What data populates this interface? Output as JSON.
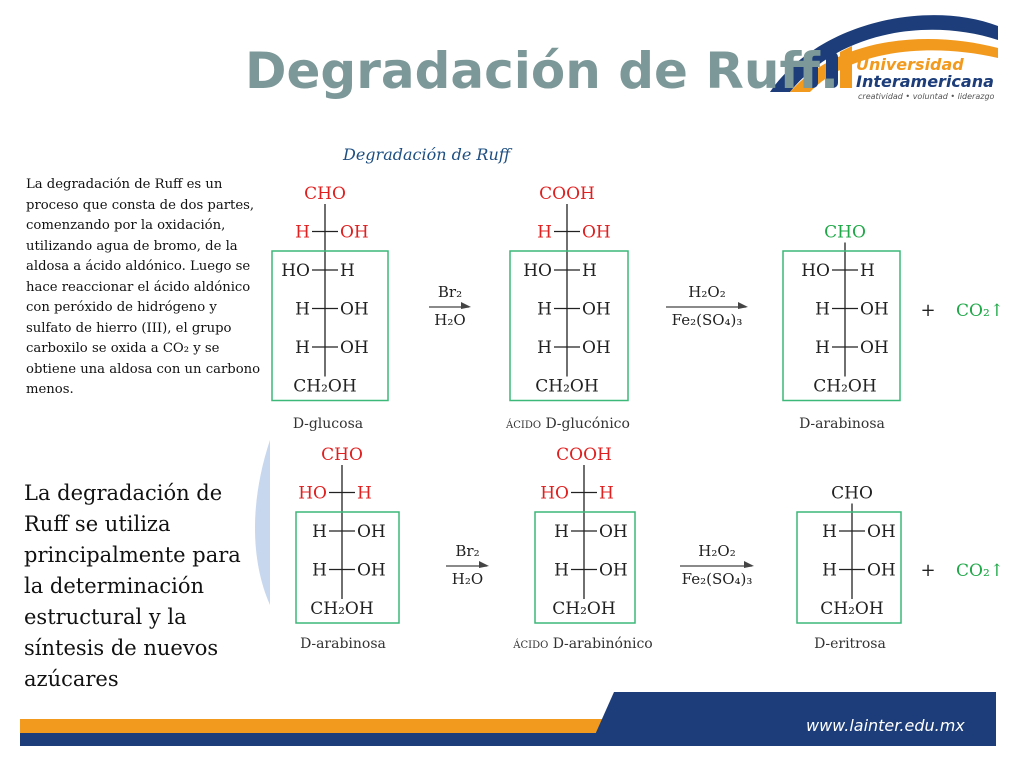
{
  "slide": {
    "title": "Degradación de Ruff.",
    "small_paragraph": "La degradación de Ruff es un proceso que consta de dos partes, comenzando por la oxidación, utilizando agua de bromo, de la aldosa a ácido aldónico. Luego se hace reaccionar el ácido aldónico con peróxido de hidrógeno y sulfato de hierro (III), el grupo carboxilo se oxida a CO₂ y se obtiene una aldosa con un carbono menos.",
    "big_paragraph": "La degradación de Ruff se utiliza principalmente para la determinación estructural y la síntesis de nuevos azúcares",
    "footer_url": "www.lainter.edu.mx"
  },
  "logo": {
    "line1": "Universidad",
    "line2": "Interamericana",
    "tagline": "creatividad • voluntad • liderazgo"
  },
  "diagram": {
    "heading": "Degradación de Ruff",
    "reaction1": {
      "compounds": [
        {
          "top": "CHO",
          "rows": [
            [
              "H",
              "OH"
            ],
            [
              "HO",
              "H"
            ],
            [
              "H",
              "OH"
            ],
            [
              "H",
              "OH"
            ]
          ],
          "bottom": "CH₂OH",
          "name_prefix": "D",
          "name_rest": "-glucosa"
        },
        {
          "top": "COOH",
          "rows": [
            [
              "H",
              "OH"
            ],
            [
              "HO",
              "H"
            ],
            [
              "H",
              "OH"
            ],
            [
              "H",
              "OH"
            ]
          ],
          "bottom": "CH₂OH",
          "name_prefix": "ácido D",
          "name_rest": "-glucónico"
        },
        {
          "top": "CHO",
          "rows": [
            [
              "HO",
              "H"
            ],
            [
              "H",
              "OH"
            ],
            [
              "H",
              "OH"
            ]
          ],
          "bottom": "CH₂OH",
          "name_prefix": "D",
          "name_rest": "-arabinosa"
        }
      ],
      "arrow1": {
        "above": "Br₂",
        "below": "H₂O"
      },
      "arrow2": {
        "above": "H₂O₂",
        "below": "Fe₂(SO₄)₃"
      },
      "plus": "+",
      "co2": "CO₂↑"
    },
    "reaction2": {
      "compounds": [
        {
          "top": "CHO",
          "rows": [
            [
              "HO",
              "H"
            ],
            [
              "H",
              "OH"
            ],
            [
              "H",
              "OH"
            ]
          ],
          "bottom": "CH₂OH",
          "name_prefix": "D",
          "name_rest": "-arabinosa"
        },
        {
          "top": "COOH",
          "rows": [
            [
              "HO",
              "H"
            ],
            [
              "H",
              "OH"
            ],
            [
              "H",
              "OH"
            ]
          ],
          "bottom": "CH₂OH",
          "name_prefix": "ácido D",
          "name_rest": "-arabinónico"
        },
        {
          "top": "CHO",
          "rows": [
            [
              "H",
              "OH"
            ],
            [
              "H",
              "OH"
            ]
          ],
          "bottom": "CH₂OH",
          "name_prefix": "D",
          "name_rest": "-eritrosa"
        }
      ],
      "arrow1": {
        "above": "Br₂",
        "below": "H₂O"
      },
      "arrow2": {
        "above": "H₂O₂",
        "below": "Fe₂(SO₄)₃"
      },
      "plus": "+",
      "co2": "CO₂↑"
    },
    "colors": {
      "red": "#e02020",
      "green": "#1fa848",
      "box": "#3cb878",
      "heading": "#1e4f82"
    }
  },
  "theme": {
    "orange": "#f29a1e",
    "navy": "#1c3d79",
    "title_gray": "#7d9898"
  }
}
